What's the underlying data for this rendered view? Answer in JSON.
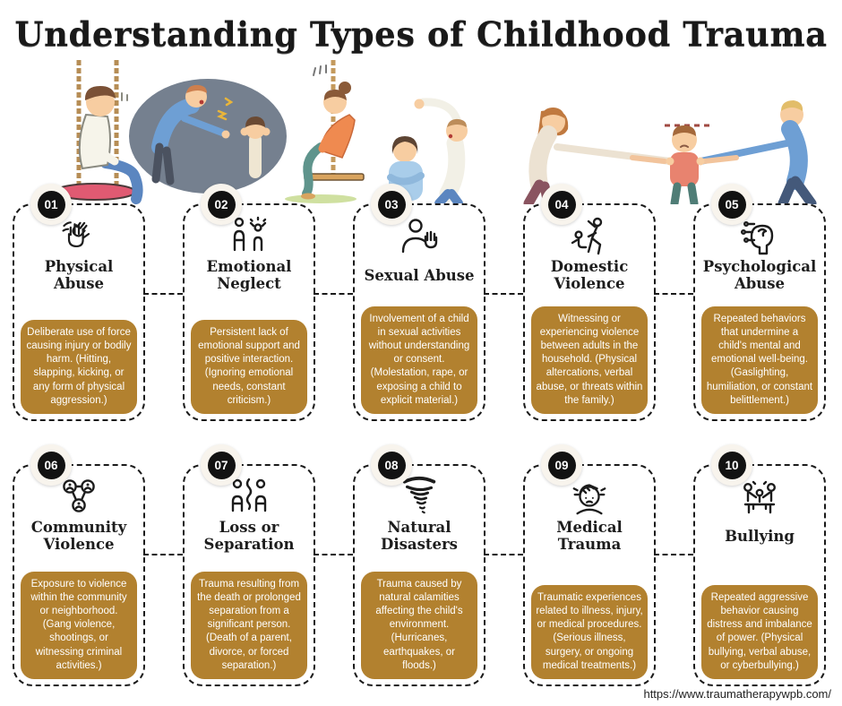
{
  "page": {
    "title": "Understanding Types of Childhood Trauma",
    "source_url": "https://www.traumatherapywpb.com/"
  },
  "colors": {
    "description_box": "#b2812f",
    "description_text": "#ffffff",
    "badge_fill": "#121212",
    "badge_number_text": "#ffffff",
    "badge_ring": "#f8f4ed",
    "card_border": "#1a1a1a",
    "title_text": "#191919"
  },
  "hero": {
    "scenes": [
      "sad-boy-on-swing",
      "man-yelling-at-child-covering-ears",
      "sad-girl-on-swing",
      "man-raising-fist-at-woman",
      "parents-pulling-child-arms"
    ]
  },
  "cards": [
    {
      "number": "01",
      "title": "Physical Abuse",
      "icon": "slap-hands-icon",
      "description": "Deliberate use of force causing injury or bodily harm. (Hitting, slapping, kicking, or any form of physical aggression.)"
    },
    {
      "number": "02",
      "title": "Emotional Neglect",
      "icon": "parent-and-child-icon",
      "description": "Persistent lack of emotional support and positive interaction. (Ignoring emotional needs, constant criticism.)"
    },
    {
      "number": "03",
      "title": "Sexual Abuse",
      "icon": "person-clutching-chest-icon",
      "description": "Involvement of a child in sexual activities without understanding or consent. (Molestation, rape, or exposing a child to explicit material.)"
    },
    {
      "number": "04",
      "title": "Domestic Violence",
      "icon": "adult-threatening-child-icon",
      "description": "Witnessing or experiencing violence between adults in the household. (Physical altercations, verbal abuse, or threats within the family.)"
    },
    {
      "number": "05",
      "title": "Psychological Abuse",
      "icon": "head-with-circuit-brain-icon",
      "description": "Repeated behaviors that undermine a child's mental and emotional well-being. (Gaslighting, humiliation, or constant belittlement.)"
    },
    {
      "number": "06",
      "title": "Community Violence",
      "icon": "people-network-icon",
      "description": "Exposure to violence within the community or neighborhood. (Gang violence, shootings, or witnessing criminal activities.)"
    },
    {
      "number": "07",
      "title": "Loss or Separation",
      "icon": "separated-figures-icon",
      "description": "Trauma resulting from the death or prolonged separation from a significant person. (Death of a parent, divorce, or forced separation.)"
    },
    {
      "number": "08",
      "title": "Natural Disasters",
      "icon": "tornado-icon",
      "description": "Trauma caused by natural calamities affecting the child's environment. (Hurricanes, earthquakes, or floods.)"
    },
    {
      "number": "09",
      "title": "Medical Trauma",
      "icon": "bandaged-head-icon",
      "description": "Traumatic experiences related to illness, injury, or medical procedures. (Serious illness, surgery, or ongoing medical treatments.)"
    },
    {
      "number": "10",
      "title": "Bullying",
      "icon": "bullying-group-icon",
      "description": "Repeated aggressive behavior causing distress and imbalance of power. (Physical bullying, verbal abuse, or cyberbullying.)"
    }
  ]
}
